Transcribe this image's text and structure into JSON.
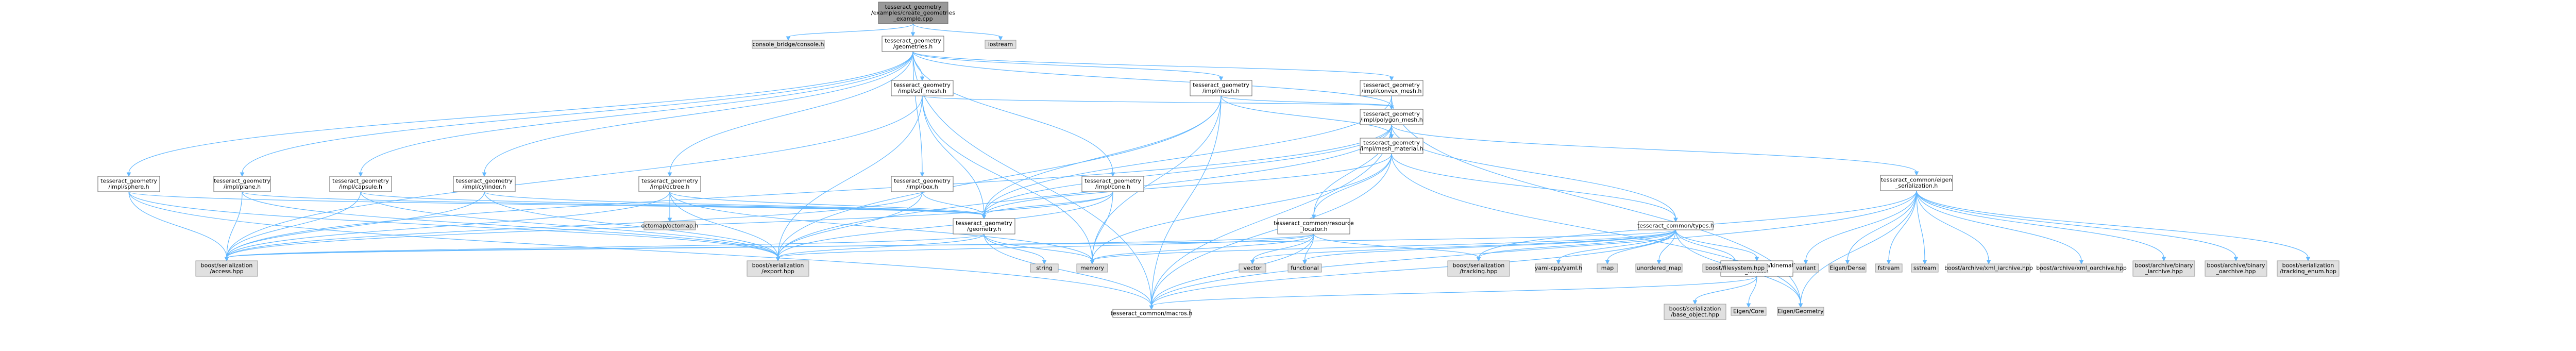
{
  "diagram": {
    "title": "tesseract_geometry/examples/create_geometries_example.cpp",
    "colors": {
      "focus_fill": "#999999",
      "node_fill": "#ffffff",
      "external_fill": "#e0e0e0",
      "border": "#666666",
      "edge": "#63b8ff"
    },
    "nodes": [
      {
        "id": "root",
        "kind": "focus",
        "lines": [
          "tesseract_geometry",
          "/examples/create_geometries",
          "_example.cpp"
        ]
      },
      {
        "id": "console",
        "kind": "external",
        "lines": [
          "console_bridge/console.h"
        ]
      },
      {
        "id": "geometries",
        "kind": "normal",
        "lines": [
          "tesseract_geometry",
          "/geometries.h"
        ]
      },
      {
        "id": "iostream",
        "kind": "external",
        "lines": [
          "iostream"
        ]
      },
      {
        "id": "sdfmesh",
        "kind": "normal",
        "lines": [
          "tesseract_geometry",
          "/impl/sdf_mesh.h"
        ]
      },
      {
        "id": "mesh",
        "kind": "normal",
        "lines": [
          "tesseract_geometry",
          "/impl/mesh.h"
        ]
      },
      {
        "id": "convexmesh",
        "kind": "normal",
        "lines": [
          "tesseract_geometry",
          "/impl/convex_mesh.h"
        ]
      },
      {
        "id": "polygonmesh",
        "kind": "normal",
        "lines": [
          "tesseract_geometry",
          "/impl/polygon_mesh.h"
        ]
      },
      {
        "id": "meshmaterial",
        "kind": "normal",
        "lines": [
          "tesseract_geometry",
          "/impl/mesh_material.h"
        ]
      },
      {
        "id": "sphere",
        "kind": "normal",
        "lines": [
          "tesseract_geometry",
          "/impl/sphere.h"
        ]
      },
      {
        "id": "plane",
        "kind": "normal",
        "lines": [
          "tesseract_geometry",
          "/impl/plane.h"
        ]
      },
      {
        "id": "capsule",
        "kind": "normal",
        "lines": [
          "tesseract_geometry",
          "/impl/capsule.h"
        ]
      },
      {
        "id": "cylinder",
        "kind": "normal",
        "lines": [
          "tesseract_geometry",
          "/impl/cylinder.h"
        ]
      },
      {
        "id": "octree",
        "kind": "normal",
        "lines": [
          "tesseract_geometry",
          "/impl/octree.h"
        ]
      },
      {
        "id": "box",
        "kind": "normal",
        "lines": [
          "tesseract_geometry",
          "/impl/box.h"
        ]
      },
      {
        "id": "cone",
        "kind": "normal",
        "lines": [
          "tesseract_geometry",
          "/impl/cone.h"
        ]
      },
      {
        "id": "geometry",
        "kind": "normal",
        "lines": [
          "tesseract_geometry",
          "/geometry.h"
        ]
      },
      {
        "id": "resourcelocator",
        "kind": "normal",
        "lines": [
          "tesseract_common/resource",
          "_locator.h"
        ]
      },
      {
        "id": "types",
        "kind": "normal",
        "lines": [
          "tesseract_common/types.h"
        ]
      },
      {
        "id": "eigenser",
        "kind": "normal",
        "lines": [
          "tesseract_common/eigen",
          "_serialization.h"
        ]
      },
      {
        "id": "kinematic",
        "kind": "normal",
        "lines": [
          "tesseract_common/kinematic",
          "_limits.h"
        ]
      },
      {
        "id": "octomap",
        "kind": "external",
        "lines": [
          "octomap/octomap.h"
        ]
      },
      {
        "id": "access",
        "kind": "external",
        "lines": [
          "boost/serialization",
          "/access.hpp"
        ]
      },
      {
        "id": "export",
        "kind": "external",
        "lines": [
          "boost/serialization",
          "/export.hpp"
        ]
      },
      {
        "id": "string",
        "kind": "external",
        "lines": [
          "string"
        ]
      },
      {
        "id": "memory",
        "kind": "external",
        "lines": [
          "memory"
        ]
      },
      {
        "id": "vector",
        "kind": "external",
        "lines": [
          "vector"
        ]
      },
      {
        "id": "functional",
        "kind": "external",
        "lines": [
          "functional"
        ]
      },
      {
        "id": "tracking",
        "kind": "external",
        "lines": [
          "boost/serialization",
          "/tracking.hpp"
        ]
      },
      {
        "id": "yamlcpp",
        "kind": "external",
        "lines": [
          "yaml-cpp/yaml.h"
        ]
      },
      {
        "id": "map",
        "kind": "external",
        "lines": [
          "map"
        ]
      },
      {
        "id": "unorderedmap",
        "kind": "external",
        "lines": [
          "unordered_map"
        ]
      },
      {
        "id": "filesystem",
        "kind": "external",
        "lines": [
          "boost/filesystem.hpp"
        ]
      },
      {
        "id": "macros",
        "kind": "normal",
        "lines": [
          "tesseract_common/macros.h"
        ]
      },
      {
        "id": "baseobject",
        "kind": "external",
        "lines": [
          "boost/serialization",
          "/base_object.hpp"
        ]
      },
      {
        "id": "eigencore",
        "kind": "external",
        "lines": [
          "Eigen/Core"
        ]
      },
      {
        "id": "eigengeometry",
        "kind": "external",
        "lines": [
          "Eigen/Geometry"
        ]
      },
      {
        "id": "variant",
        "kind": "external",
        "lines": [
          "variant"
        ]
      },
      {
        "id": "eigendense",
        "kind": "external",
        "lines": [
          "Eigen/Dense"
        ]
      },
      {
        "id": "fstream",
        "kind": "external",
        "lines": [
          "fstream"
        ]
      },
      {
        "id": "sstream",
        "kind": "external",
        "lines": [
          "sstream"
        ]
      },
      {
        "id": "xmliarchive",
        "kind": "external",
        "lines": [
          "boost/archive/xml_iarchive.hpp"
        ]
      },
      {
        "id": "xmloarchive",
        "kind": "external",
        "lines": [
          "boost/archive/xml_oarchive.hpp"
        ]
      },
      {
        "id": "binaryiarchive",
        "kind": "external",
        "lines": [
          "boost/archive/binary",
          "_iarchive.hpp"
        ]
      },
      {
        "id": "binaryoarchive",
        "kind": "external",
        "lines": [
          "boost/archive/binary",
          "_oarchive.hpp"
        ]
      },
      {
        "id": "trackingenum",
        "kind": "external",
        "lines": [
          "boost/serialization",
          "/tracking_enum.hpp"
        ]
      }
    ]
  }
}
